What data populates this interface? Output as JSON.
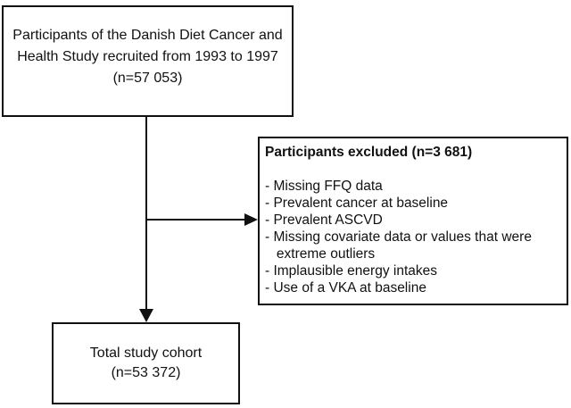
{
  "top_box": {
    "lines": [
      "Participants of the Danish Diet Cancer and",
      "Health Study recruited from 1993 to 1997",
      "(n=57 053)"
    ]
  },
  "exclusion_box": {
    "title": "Participants excluded (n=3 681)",
    "items": [
      "- Missing FFQ data",
      "- Prevalent cancer at baseline",
      "- Prevalent ASCVD",
      "- Missing covariate data or values that were",
      "   extreme outliers",
      "- Implausible energy intakes",
      "- Use of a VKA at baseline"
    ]
  },
  "bottom_box": {
    "lines": [
      "Total study cohort",
      "(n=53 372)"
    ]
  },
  "colors": {
    "line": "#111111",
    "background": "#ffffff"
  }
}
